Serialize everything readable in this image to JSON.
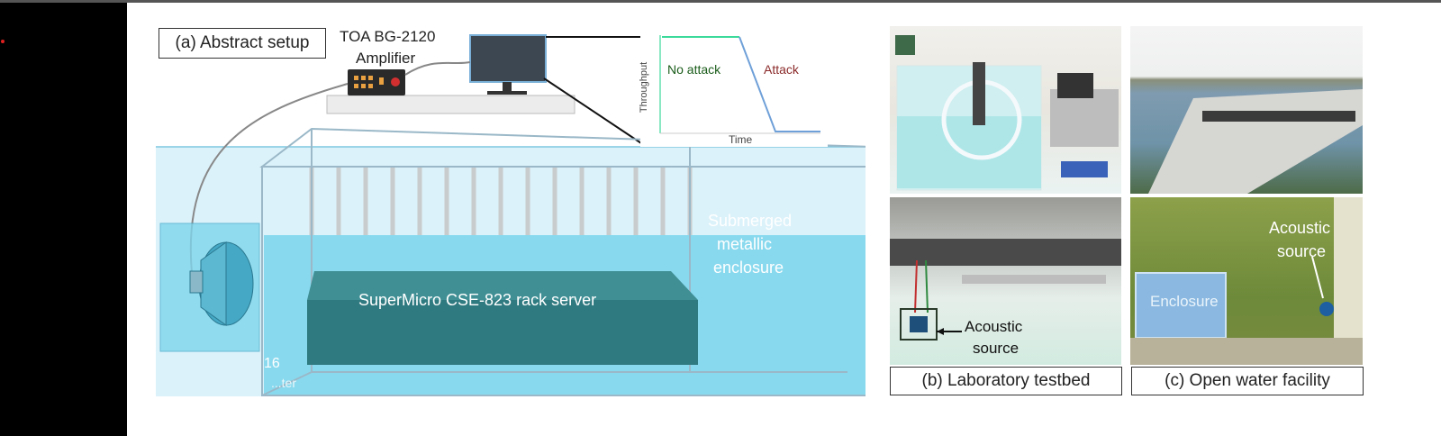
{
  "panel_a": {
    "title": "(a) Abstract setup",
    "amplifier_line1": "TOA BG-2120",
    "amplifier_line2": "Amplifier",
    "server_label": "SuperMicro CSE-823 rack server",
    "enclosure_line1": "Submerged",
    "enclosure_line2": "metallic",
    "enclosure_line3": "enclosure",
    "speaker_partial_1": "16",
    "speaker_partial_2": "...ter",
    "inset": {
      "no_attack": "No attack",
      "attack": "Attack",
      "ylabel": "Throughput",
      "xlabel": "Time"
    }
  },
  "panel_b": {
    "title": "(b) Laboratory testbed",
    "source_line1": "Acoustic",
    "source_line2": "source"
  },
  "panel_c": {
    "title": "(c) Open water  facility",
    "source_line1": "Acoustic",
    "source_line2": "source",
    "enclosure_label": "Enclosure"
  },
  "colors": {
    "water": "#7fd6ec",
    "server": "#3f8f95",
    "no_attack_line": "#3bd99a",
    "attack_line": "#6fa0d8",
    "no_attack_text": "#1a5c1a",
    "attack_text": "#8b2a2a"
  }
}
